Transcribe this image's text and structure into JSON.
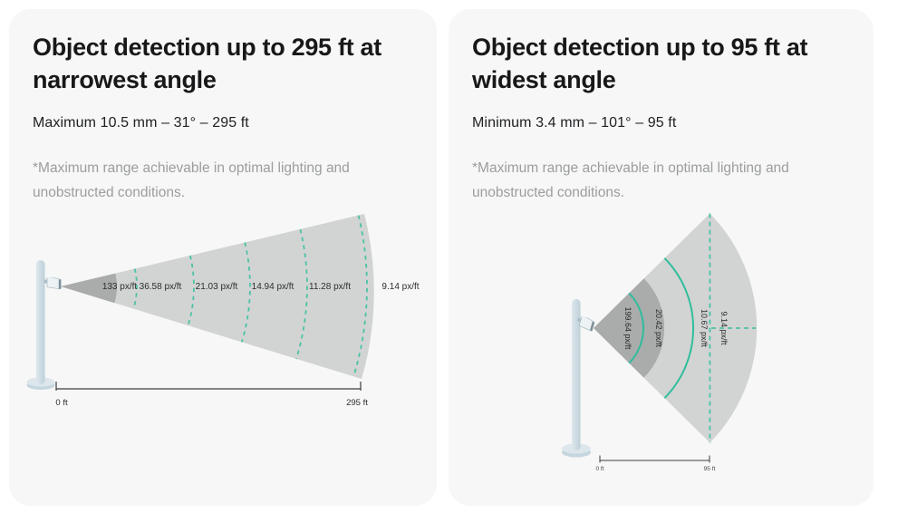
{
  "cards": [
    {
      "title": "Object detection up to 295 ft at narrowest angle",
      "subtitle": "Maximum 10.5 mm – 31° – 295 ft",
      "disclaimer": "*Maximum range achievable in optimal lighting and unobstructed conditions.",
      "diagram": {
        "zone_labels": [
          "133 px/ft",
          "36.58 px/ft",
          "21.03 px/ft",
          "14.94 px/ft",
          "11.28 px/ft",
          "9.14 px/ft"
        ],
        "ruler": {
          "start_label": "0 ft",
          "end_label": "295 ft"
        }
      }
    },
    {
      "title": "Object detection up to 95 ft at widest angle",
      "subtitle": "Minimum 3.4 mm – 101° – 95 ft",
      "disclaimer": "*Maximum range achievable in optimal lighting and unobstructed conditions.",
      "diagram": {
        "zone_labels": [
          "199.64 px/ft",
          "20.42 px/ft",
          "10.67 px/ft",
          "9.14 px/ft"
        ],
        "ruler": {
          "start_label": "0 ft",
          "end_label": "95 ft"
        }
      }
    }
  ],
  "colors": {
    "card_background": "#f6f7f6",
    "cone_light": "#d2d4d3",
    "cone_dark": "#a9acab",
    "accent_teal_solid": "#2fbd9c",
    "accent_teal_dashed": "#4cc2a6",
    "title_text": "#18181a",
    "disclaimer_text": "#9b9da0"
  }
}
